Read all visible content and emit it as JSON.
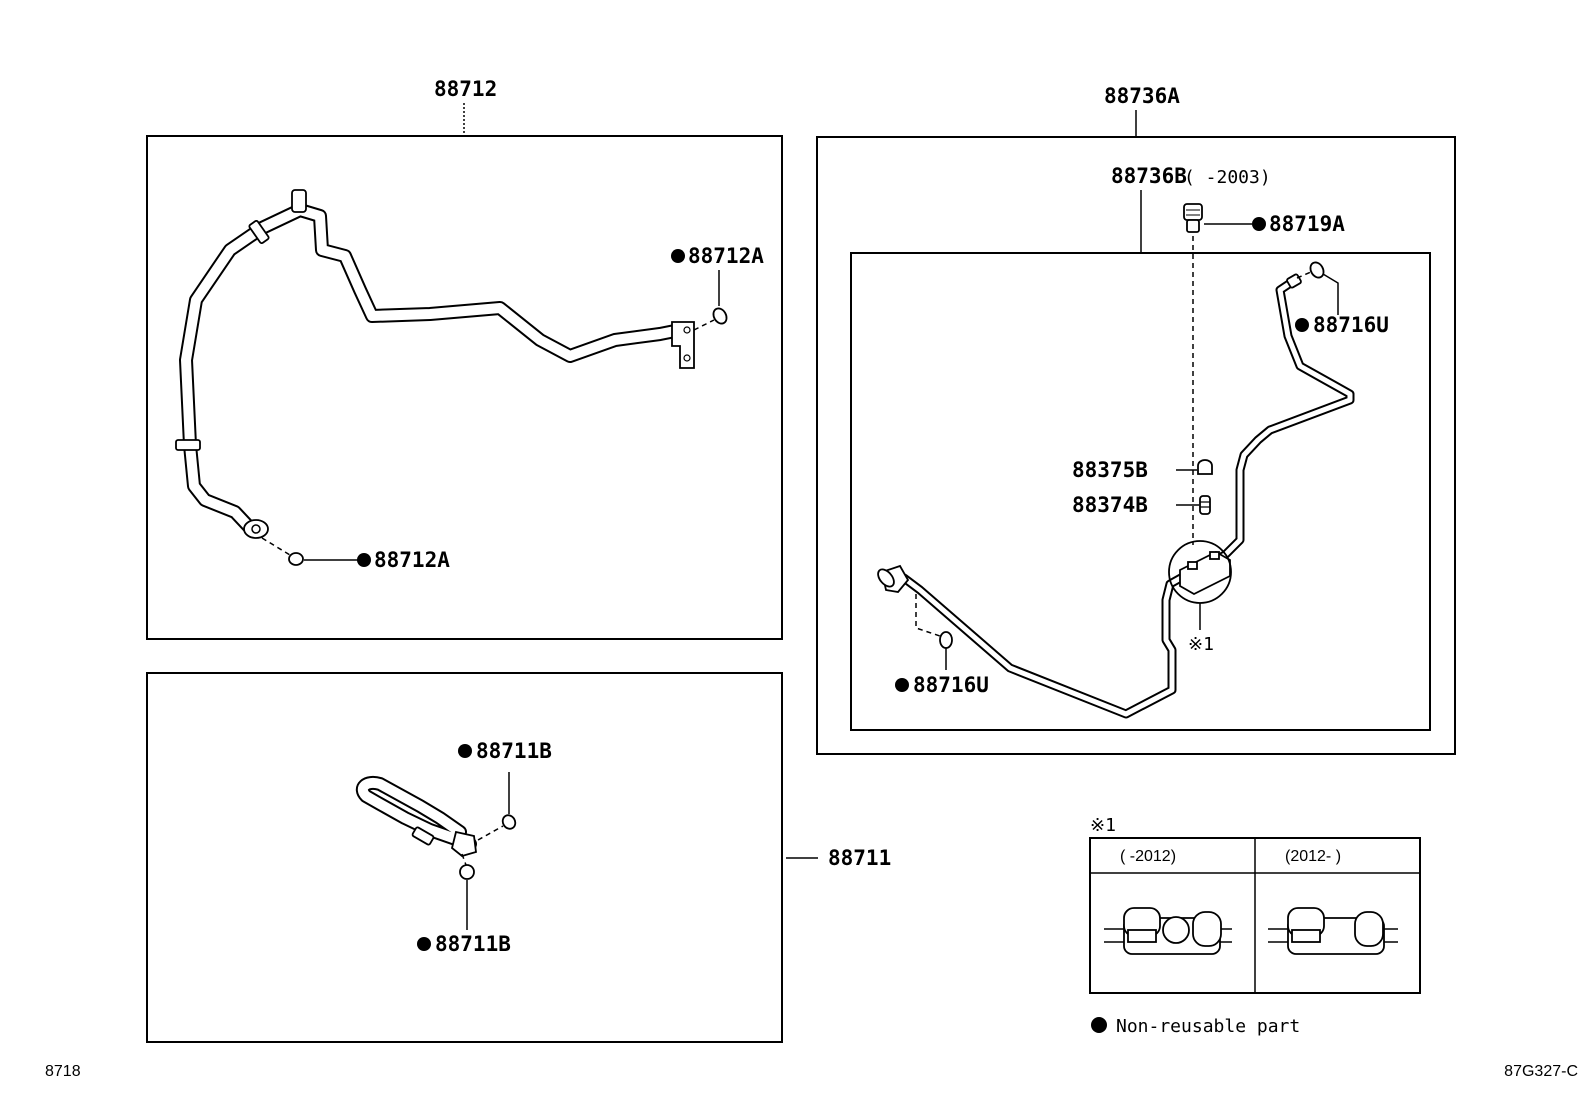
{
  "labels": {
    "p88712": "88712",
    "p88712a_top": "88712A",
    "p88712a_bottom": "88712A",
    "p88736a": "88736A",
    "p88736b": "88736B",
    "p88736b_range": "(     -2003)",
    "p88719a": "88719A",
    "p88716u_top": "88716U",
    "p88716u_bottom": "88716U",
    "p88375b": "88375B",
    "p88374b": "88374B",
    "ref_mark": "※1",
    "p88711b_top": "88711B",
    "p88711b_bottom": "88711B",
    "p88711": "88711"
  },
  "inset": {
    "title": "※1",
    "col1": "(     -2012)",
    "col2": "(2012-     )"
  },
  "legend": {
    "text": "Non-reusable part"
  },
  "footer": {
    "left_code": "8718",
    "right_code": "87G327-C"
  }
}
